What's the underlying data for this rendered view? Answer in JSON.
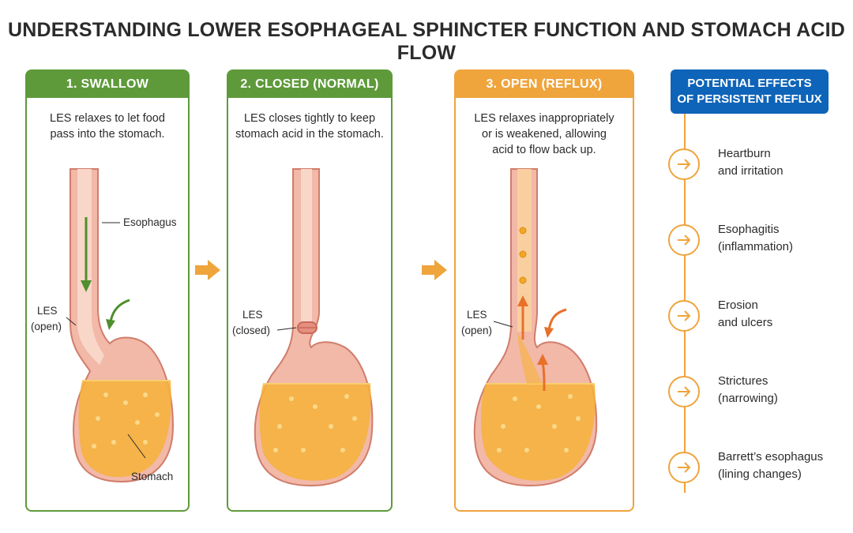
{
  "title": "UNDERSTANDING LOWER ESOPHAGEAL SPHINCTER FUNCTION AND STOMACH ACID FLOW",
  "panels": {
    "swallow": {
      "header": "1. SWALLOW",
      "desc_line1": "LES relaxes to let food",
      "desc_line2": "pass into the stomach.",
      "label_esophagus": "Esophagus",
      "label_les": "LES",
      "label_les_state": "(open)",
      "label_stomach": "Stomach"
    },
    "closed": {
      "header": "2. CLOSED (NORMAL)",
      "desc_line1": "LES closes tightly to keep",
      "desc_line2": "stomach acid in the stomach.",
      "label_les": "LES",
      "label_les_state": "(closed)"
    },
    "open": {
      "header": "3. OPEN (REFLUX)",
      "desc_line1": "LES relaxes inappropriately",
      "desc_line2": "or is weakened, allowing",
      "desc_line3": "acid to flow back up.",
      "label_les": "LES",
      "label_les_state": "(open)"
    }
  },
  "effects": {
    "header_line1": "POTENTIAL EFFECTS",
    "header_line2": "OF PERSISTENT REFLUX",
    "items": [
      {
        "line1": "Heartburn",
        "line2": "and irritation"
      },
      {
        "line1": "Esophagitis",
        "line2": "(inflammation)"
      },
      {
        "line1": "Erosion",
        "line2": "and ulcers"
      },
      {
        "line1": "Strictures",
        "line2": "(narrowing)"
      },
      {
        "line1": "Barrett’s esophagus",
        "line2": "(lining changes)"
      }
    ]
  },
  "colors": {
    "green": "#5e9a3a",
    "orange": "#efa43c",
    "blue": "#0e64b8",
    "acid": "#f6b238",
    "tissue": "#f2b8a8"
  },
  "icons": [
    "arrow-right-icon",
    "down-arrow-icon",
    "curved-arrow-icon",
    "up-arrow-icon"
  ]
}
